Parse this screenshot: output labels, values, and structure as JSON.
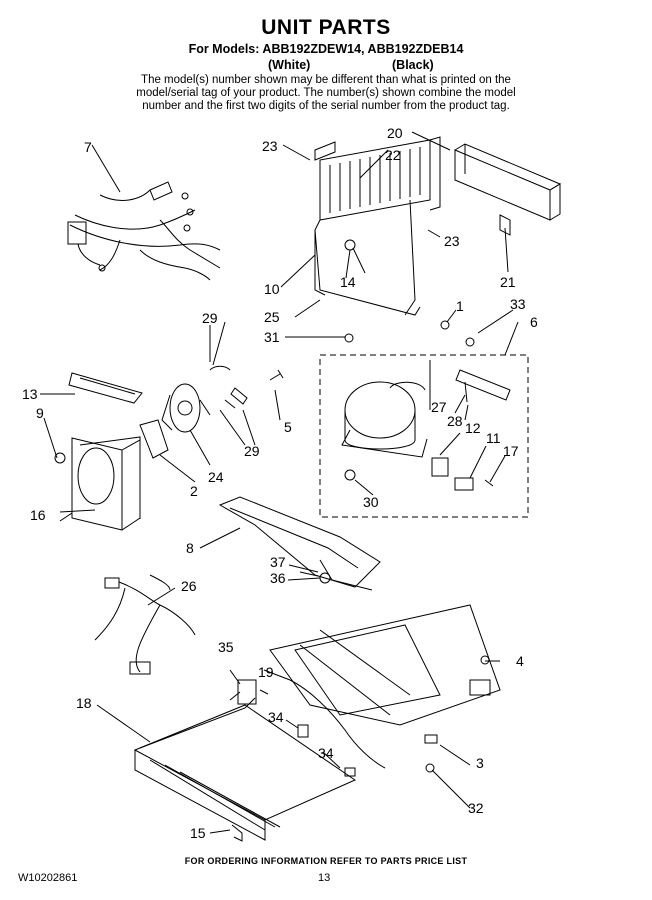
{
  "header": {
    "title": "UNIT PARTS",
    "models": "For Models: ABB192ZDEW14, ABB192ZDEB14",
    "color_white": "(White)",
    "color_black": "(Black)",
    "note_line1": "The model(s) number shown may be different than what is printed on the",
    "note_line2": "model/serial tag of your product. The number(s) shown combine the model",
    "note_line3": "number and the first two digits of the serial number from the product tag."
  },
  "callouts": {
    "c1": "1",
    "c2": "2",
    "c3": "3",
    "c4": "4",
    "c5": "5",
    "c6": "6",
    "c7": "7",
    "c8": "8",
    "c9": "9",
    "c10": "10",
    "c11": "11",
    "c12": "12",
    "c13": "13",
    "c14": "14",
    "c15": "15",
    "c16": "16",
    "c17": "17",
    "c18": "18",
    "c19": "19",
    "c20": "20",
    "c21": "21",
    "c22": "22",
    "c23a": "23",
    "c23b": "23",
    "c24": "24",
    "c25": "25",
    "c26": "26",
    "c27": "27",
    "c28": "28",
    "c29a": "29",
    "c29b": "29",
    "c30": "30",
    "c31": "31",
    "c32": "32",
    "c33": "33",
    "c34a": "34",
    "c34b": "34",
    "c35": "35",
    "c36": "36",
    "c37": "37"
  },
  "footer": {
    "ordering": "FOR ORDERING INFORMATION REFER TO PARTS PRICE LIST",
    "doc_id": "W10202861",
    "page": "13"
  }
}
